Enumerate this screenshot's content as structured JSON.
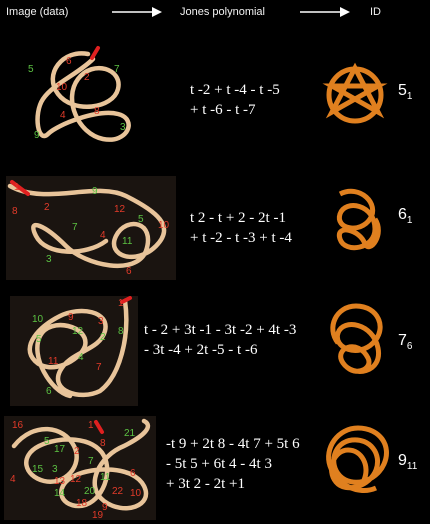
{
  "header": {
    "image_label": "Image (data)",
    "poly_label": "Jones polynomial",
    "id_label": "ID"
  },
  "rows": [
    {
      "poly_lines": [
        "t -2 + t -4 - t -5",
        "+ t -6 - t -7"
      ],
      "id_main": "5",
      "id_sub": "1"
    },
    {
      "poly_lines": [
        "t 2 - t + 2 - 2t -1",
        "+ t -2 - t -3 + t -4"
      ],
      "id_main": "6",
      "id_sub": "1"
    },
    {
      "poly_lines": [
        "t - 2 + 3t -1 - 3t -2 + 4t -3",
        "- 3t -4 + 2t -5 - t -6"
      ],
      "id_main": "7",
      "id_sub": "6"
    },
    {
      "poly_lines": [
        "-t 9 + 2t 8 - 4t 7 + 5t 6",
        "- 5t 5 + 6t 4 - 4t 3",
        "+ 3t 2 - 2t +1"
      ],
      "id_main": "9",
      "id_sub": "11"
    }
  ],
  "colors": {
    "rope": "#e8c49a",
    "knot_orange": "#e0801f",
    "label_red": "#e23b2a",
    "label_green": "#5cc243"
  }
}
